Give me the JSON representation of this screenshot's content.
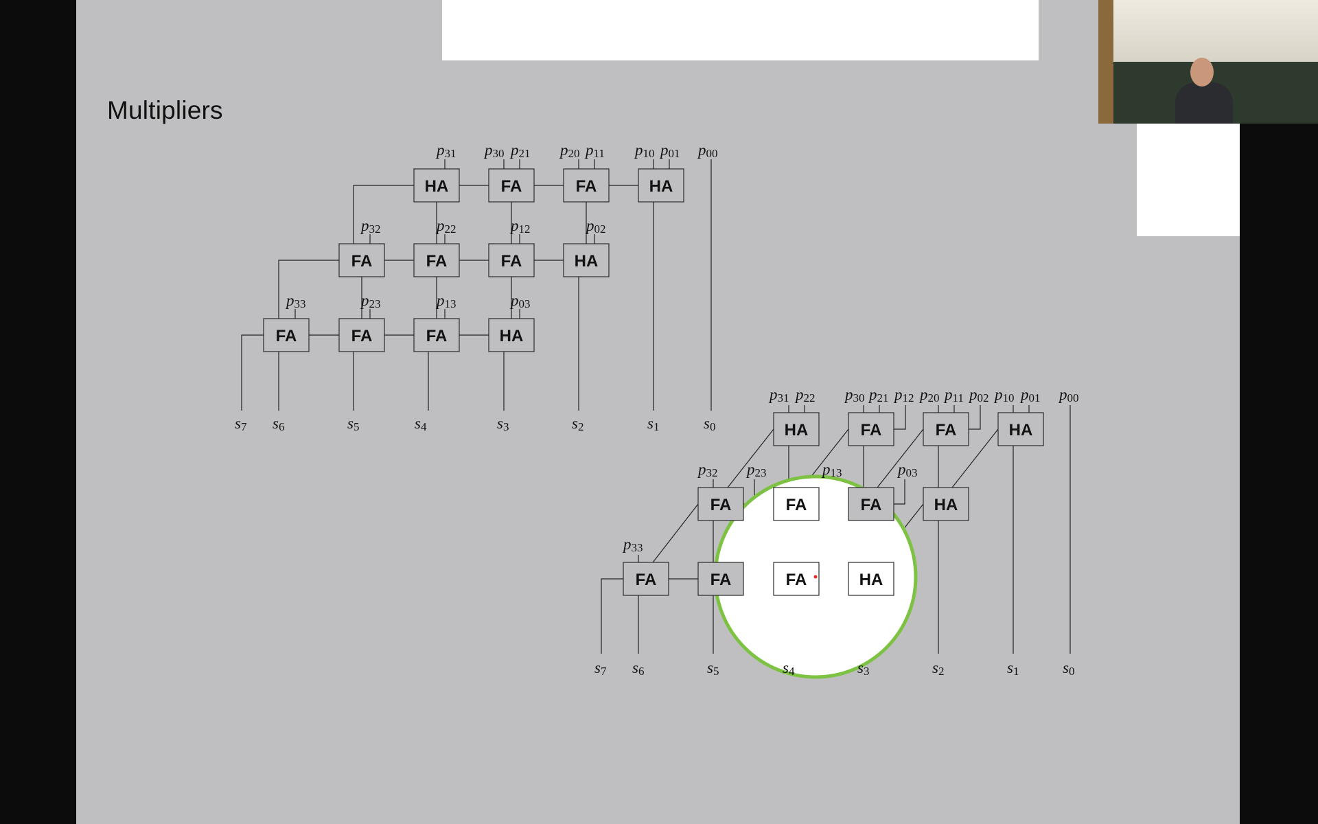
{
  "slide": {
    "title": "Multipliers"
  },
  "diagram_top": {
    "rows": [
      [
        "HA",
        "FA",
        "FA",
        "HA"
      ],
      [
        "FA",
        "FA",
        "FA",
        "HA"
      ],
      [
        "FA",
        "FA",
        "FA",
        "HA"
      ]
    ],
    "input_labels": [
      {
        "base": "p",
        "sub": "31"
      },
      {
        "base": "p",
        "sub": "30"
      },
      {
        "base": "p",
        "sub": "21"
      },
      {
        "base": "p",
        "sub": "20"
      },
      {
        "base": "p",
        "sub": "11"
      },
      {
        "base": "p",
        "sub": "10"
      },
      {
        "base": "p",
        "sub": "01"
      },
      {
        "base": "p",
        "sub": "00"
      },
      {
        "base": "p",
        "sub": "32"
      },
      {
        "base": "p",
        "sub": "22"
      },
      {
        "base": "p",
        "sub": "12"
      },
      {
        "base": "p",
        "sub": "02"
      },
      {
        "base": "p",
        "sub": "33"
      },
      {
        "base": "p",
        "sub": "23"
      },
      {
        "base": "p",
        "sub": "13"
      },
      {
        "base": "p",
        "sub": "03"
      }
    ],
    "outputs": [
      {
        "base": "s",
        "sub": "7"
      },
      {
        "base": "s",
        "sub": "6"
      },
      {
        "base": "s",
        "sub": "5"
      },
      {
        "base": "s",
        "sub": "4"
      },
      {
        "base": "s",
        "sub": "3"
      },
      {
        "base": "s",
        "sub": "2"
      },
      {
        "base": "s",
        "sub": "1"
      },
      {
        "base": "s",
        "sub": "0"
      }
    ]
  },
  "diagram_bottom": {
    "rows": [
      [
        "HA",
        "FA",
        "FA",
        "HA"
      ],
      [
        "FA",
        "FA",
        "FA",
        "HA"
      ],
      [
        "FA",
        "FA",
        "FA",
        "HA"
      ]
    ],
    "input_labels": [
      {
        "base": "p",
        "sub": "31"
      },
      {
        "base": "p",
        "sub": "22"
      },
      {
        "base": "p",
        "sub": "30"
      },
      {
        "base": "p",
        "sub": "21"
      },
      {
        "base": "p",
        "sub": "12"
      },
      {
        "base": "p",
        "sub": "20"
      },
      {
        "base": "p",
        "sub": "11"
      },
      {
        "base": "p",
        "sub": "02"
      },
      {
        "base": "p",
        "sub": "10"
      },
      {
        "base": "p",
        "sub": "01"
      },
      {
        "base": "p",
        "sub": "00"
      },
      {
        "base": "p",
        "sub": "32"
      },
      {
        "base": "p",
        "sub": "23"
      },
      {
        "base": "p",
        "sub": "13"
      },
      {
        "base": "p",
        "sub": "03"
      },
      {
        "base": "p",
        "sub": "33"
      }
    ],
    "outputs": [
      {
        "base": "s",
        "sub": "7"
      },
      {
        "base": "s",
        "sub": "6"
      },
      {
        "base": "s",
        "sub": "5"
      },
      {
        "base": "s",
        "sub": "4"
      },
      {
        "base": "s",
        "sub": "3"
      },
      {
        "base": "s",
        "sub": "2"
      },
      {
        "base": "s",
        "sub": "1"
      },
      {
        "base": "s",
        "sub": "0"
      }
    ]
  },
  "highlight": {
    "color": "#7dc242"
  },
  "pointer": {
    "color": "#e0302a"
  }
}
